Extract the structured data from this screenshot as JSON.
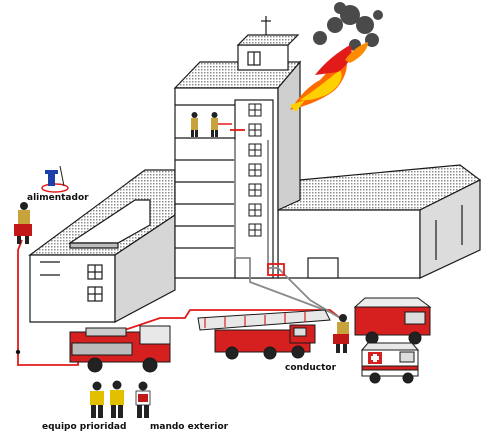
{
  "labels": {
    "alimentador": "alimentador",
    "conductor": "conductor",
    "equipo_prioridad": "equipo prioridad",
    "mando_exterior": "mando exterior"
  },
  "colors": {
    "hose": "#e31a1a",
    "truck_red": "#d62020",
    "fire_orange": "#ff6a00",
    "building_shadow": "#9a9a9a",
    "building_wall": "#ffffff",
    "outline": "#1a1a1a"
  },
  "icons": {
    "hydrant": "hydrant-icon",
    "ambulance_cross": "medical-cross-icon"
  }
}
